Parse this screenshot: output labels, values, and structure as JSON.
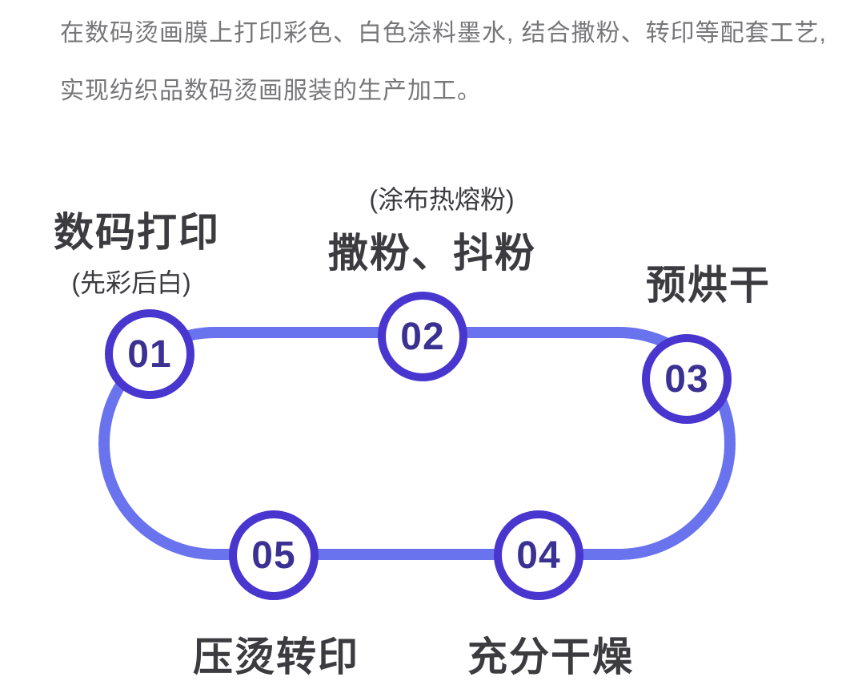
{
  "page": {
    "background": "#ffffff"
  },
  "intro": {
    "line1": "在数码烫画膜上打印彩色、白色涂料墨水, 结合撒粉、转印等配套工艺,",
    "line2": "实现纺织品数码烫画服装的生产加工。",
    "text_color": "#77777a"
  },
  "flow": {
    "loop_color": "#6a73ee",
    "node_border_color": "#4836cf",
    "number_color": "#3a3193",
    "label_color": "#3c3c40",
    "steps": [
      {
        "number": "01",
        "label": "数码打印",
        "sublabel": "(先彩后白)"
      },
      {
        "number": "02",
        "label": "撒粉、抖粉",
        "sublabel": "(涂布热熔粉)"
      },
      {
        "number": "03",
        "label": "预烘干",
        "sublabel": ""
      },
      {
        "number": "04",
        "label": "充分干燥",
        "sublabel": ""
      },
      {
        "number": "05",
        "label": "压烫转印",
        "sublabel": ""
      }
    ]
  }
}
